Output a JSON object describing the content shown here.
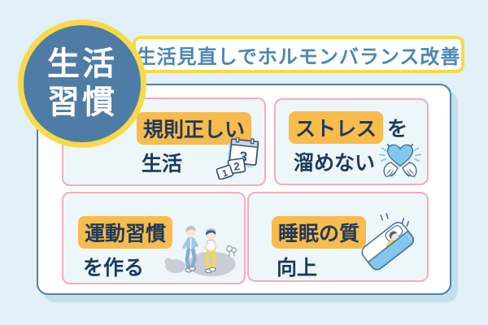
{
  "badge": {
    "line1": "生活",
    "line2": "習慣"
  },
  "header": {
    "title": "生活見直しでホルモンバランス改善"
  },
  "cards": [
    {
      "id": "regular-life",
      "highlight": "規則正しい",
      "suffix": "",
      "line2": "生活",
      "icon": "calendar-icon"
    },
    {
      "id": "stress",
      "highlight": "ストレス",
      "suffix": "を",
      "line2": "溜めない",
      "icon": "heart-in-hands-icon"
    },
    {
      "id": "exercise",
      "highlight": "運動習慣",
      "suffix": "",
      "line2": "を作る",
      "icon": "joggers-icon"
    },
    {
      "id": "sleep",
      "highlight": "睡眠の質",
      "suffix": "",
      "line2": "向上",
      "icon": "sleeping-person-icon"
    }
  ],
  "icons": {
    "calendar_pages": [
      "3",
      "2",
      "1"
    ]
  },
  "colors": {
    "page_bg": "#e1f1f7",
    "badge_bg": "#4e7ca6",
    "accent_yellow": "#f8d94a",
    "highlight_orange": "#f8bb4d",
    "card_border_pink": "#f8a9bd",
    "card_bg": "#edf7f9",
    "panel_border_blue": "#4d7fa9",
    "text_navy": "#1d3a5c",
    "title_blue": "#4b87b5",
    "illustration_blue": "#82c7ef"
  }
}
